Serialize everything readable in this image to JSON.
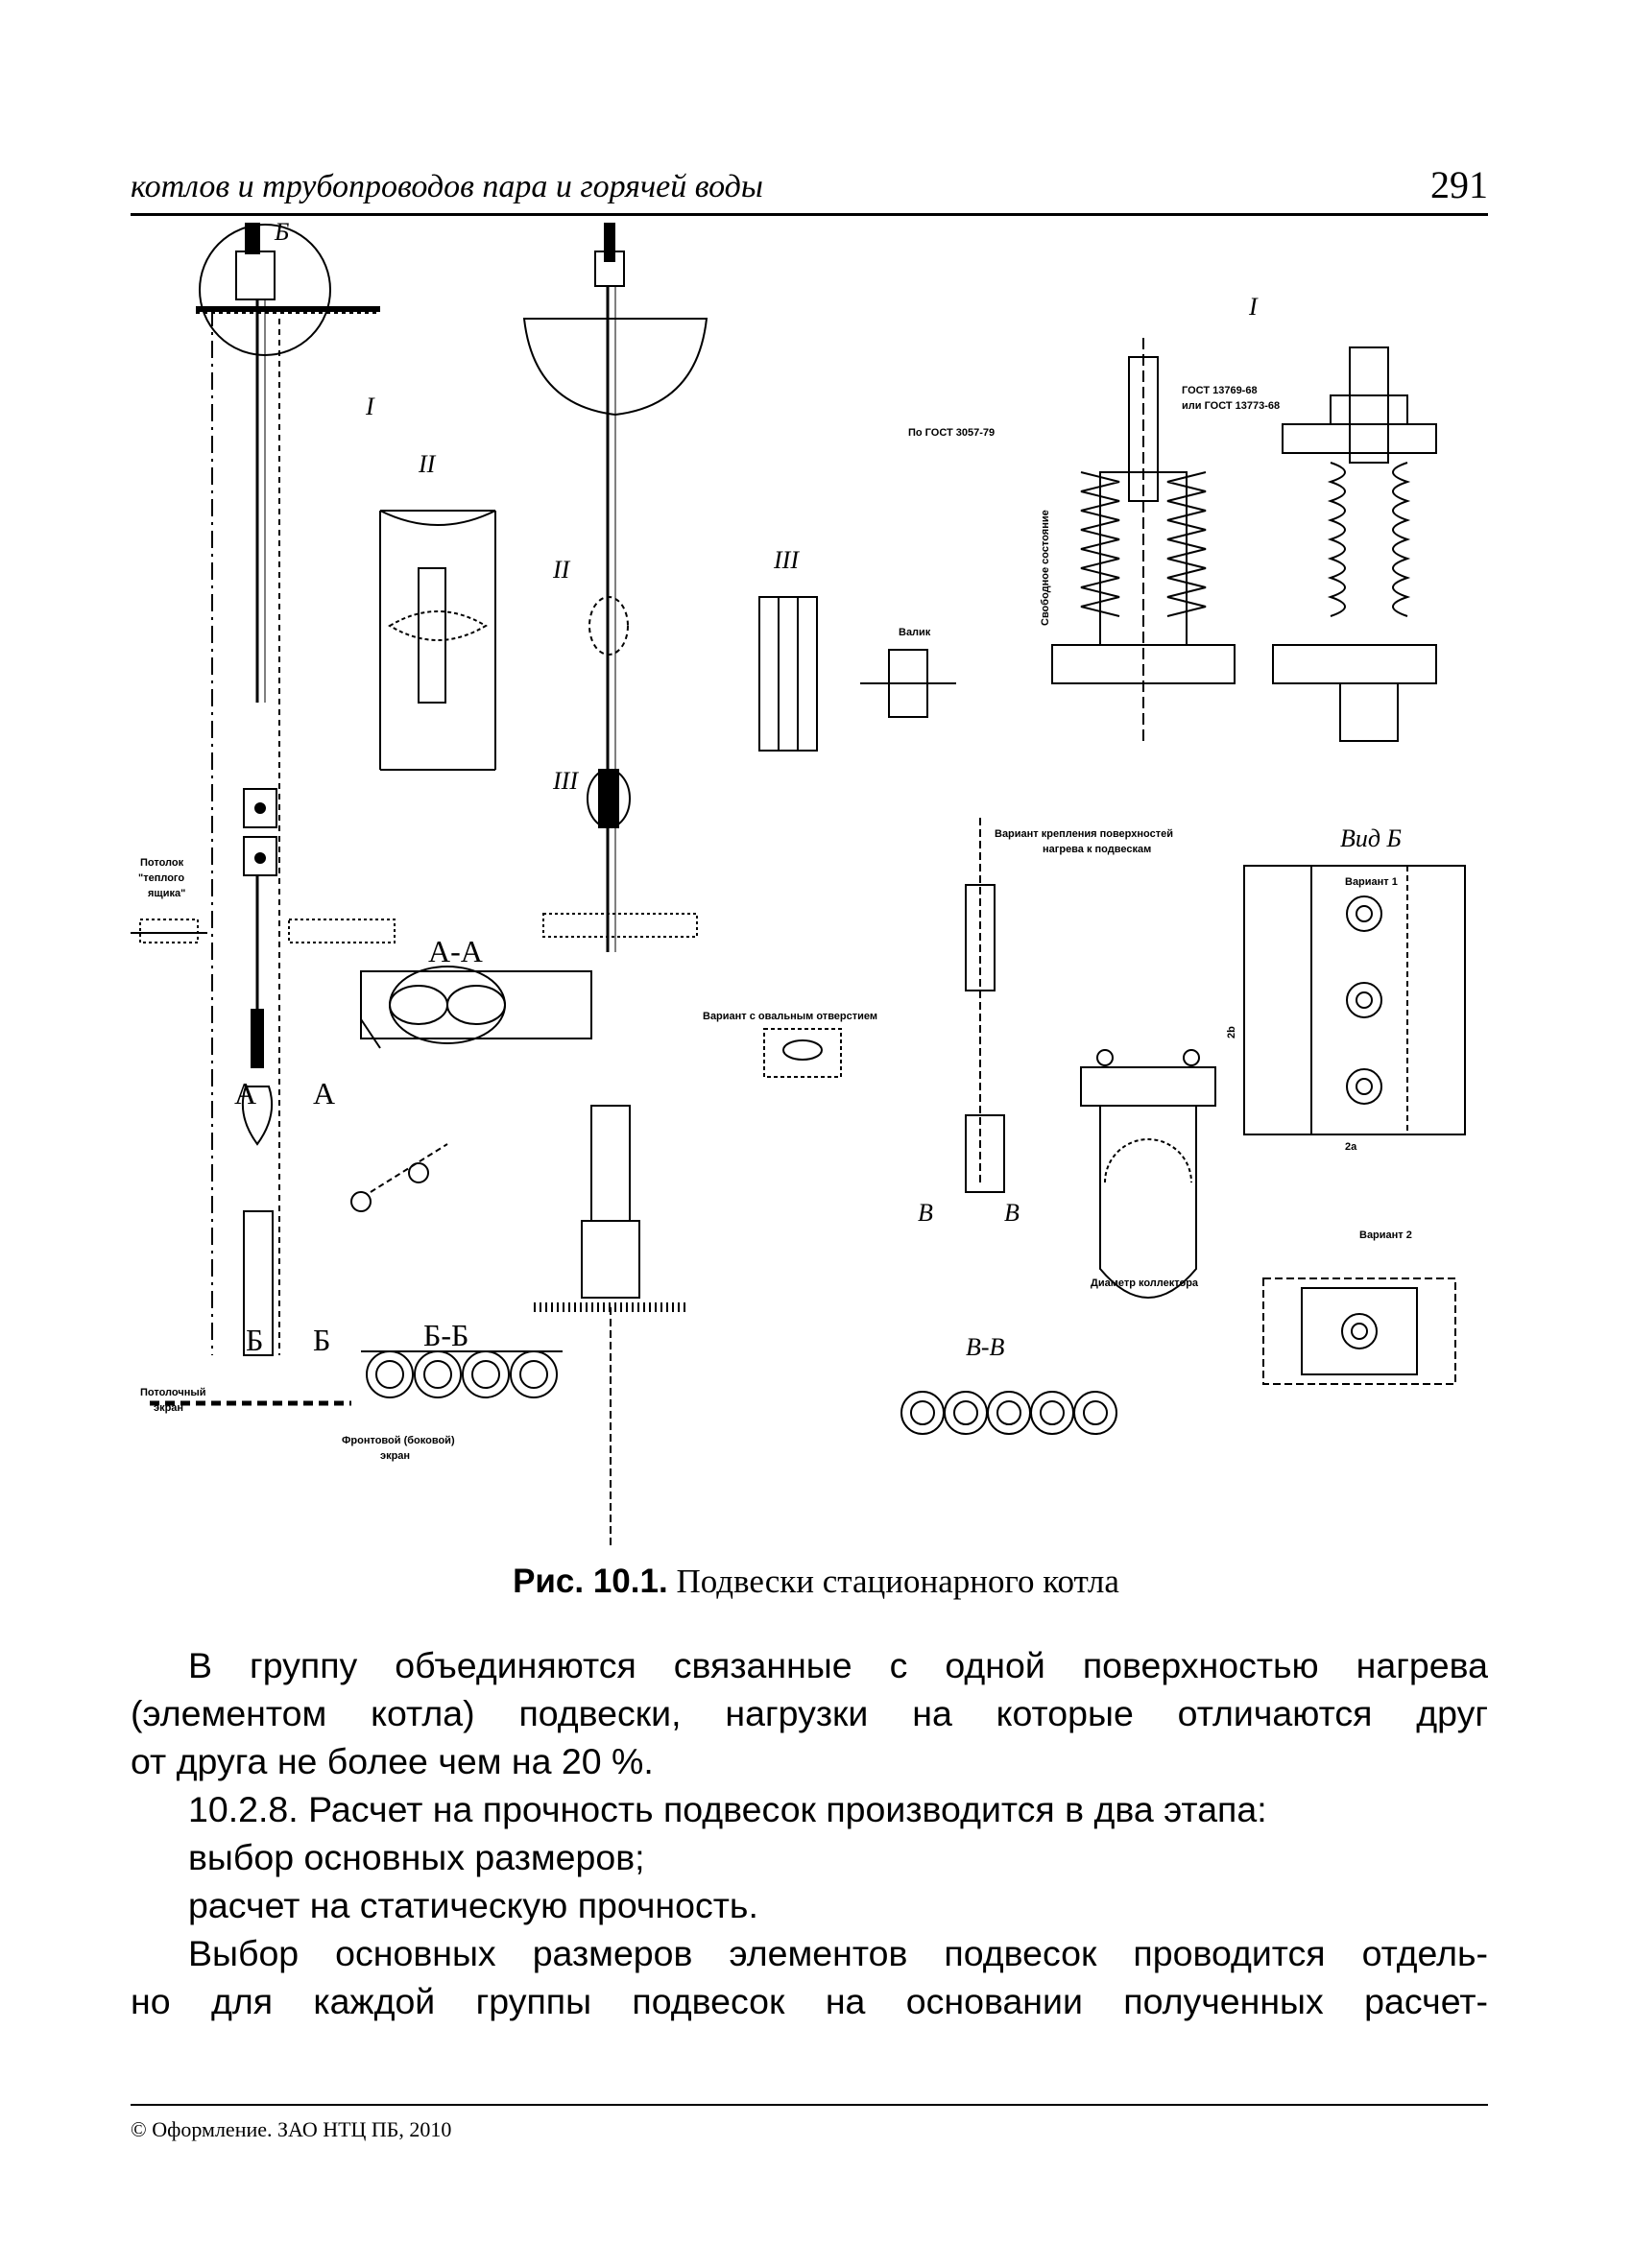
{
  "header": {
    "running_title": "котлов и трубопроводов пара и горячей воды",
    "page_number": "291"
  },
  "figure": {
    "labels": {
      "B": "Б",
      "I": "I",
      "II": "II",
      "III": "III",
      "AA": "А-А",
      "A_left": "А",
      "A_right": "А",
      "BB": "Б-Б",
      "B_left": "Б",
      "B_right": "Б",
      "VV": "В-В",
      "V_left": "В",
      "V_right": "В",
      "vid_b": "Вид Б",
      "gost1": "ГОСТ 13769-68",
      "gost2": "или ГОСТ 13773-68",
      "gost3": "По ГОСТ 3057-79",
      "free_state": "Свободное состояние",
      "valik": "Валик",
      "variant_attach": "Вариант крепления поверхностей",
      "variant_attach2": "нагрева к подвескам",
      "variant1": "Вариант 1",
      "variant2": "Вариант 2",
      "variant_oval": "Вариант с овальным отверстием",
      "potolok": "Потолок",
      "teplyi": "\"теплого",
      "yashik": "ящика\"",
      "potolochnyi": "Потолочный",
      "ekran": "экран",
      "frontovoi": "Фронтовой (боковой)",
      "ekran2": "экран",
      "diametr": "Диаметр коллектора",
      "two_b": "2b",
      "two_a": "2a"
    }
  },
  "caption": {
    "prefix": "Рис. 10.1.",
    "text": "Подвески стационарного котла"
  },
  "body": {
    "line1": "В группу объединяются связанные с одной поверхностью нагрева",
    "line2": "(элементом котла) подвески, нагрузки на которые отличаются друг",
    "line3": "от друга не более чем на 20 %.",
    "line4": "10.2.8. Расчет на прочность подвесок производится в два этапа:",
    "line5": "выбор основных размеров;",
    "line6": "расчет на статическую прочность.",
    "line7": "Выбор основных размеров элементов подвесок проводится отдель-",
    "line8": "но для  каждой группы подвесок на основании полученных расчет-"
  },
  "footer": {
    "text": "© Оформление. ЗАО НТЦ ПБ, 2010"
  }
}
